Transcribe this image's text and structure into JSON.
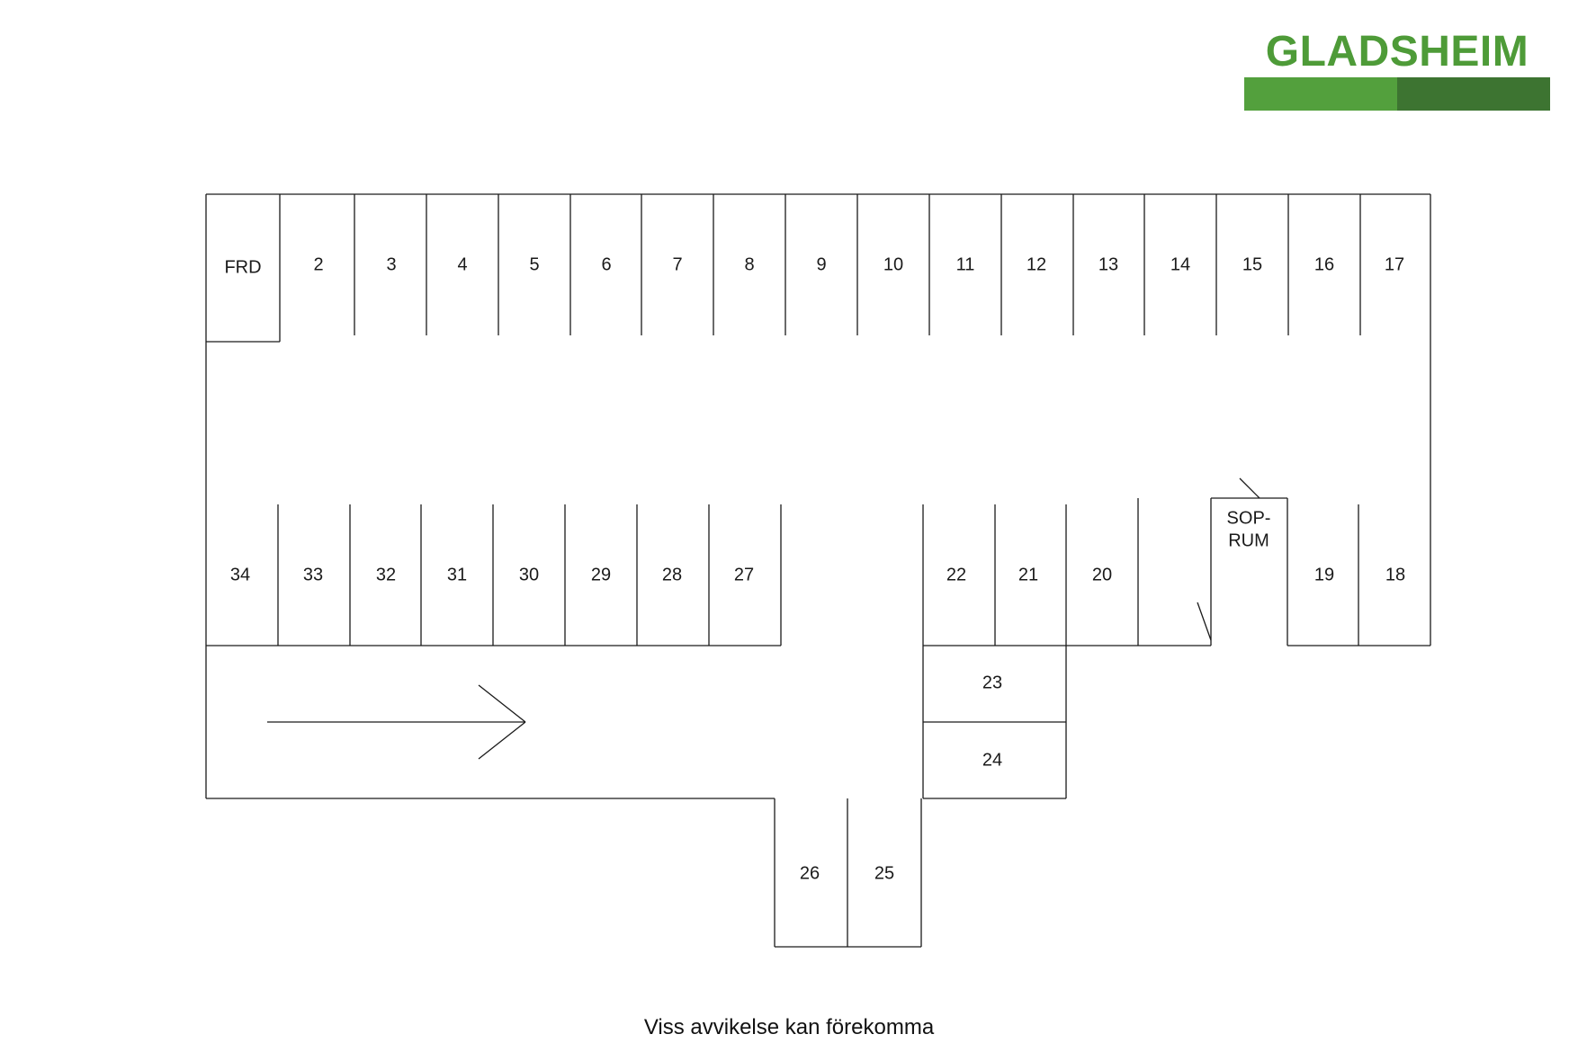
{
  "logo": {
    "text": "GLADSHEIM",
    "text_color": "#4e9b38",
    "bar_light": "#53a03d",
    "bar_dark": "#3d7431"
  },
  "spots": {
    "frd": "FRD",
    "s2": "2",
    "s3": "3",
    "s4": "4",
    "s5": "5",
    "s6": "6",
    "s7": "7",
    "s8": "8",
    "s9": "9",
    "s10": "10",
    "s11": "11",
    "s12": "12",
    "s13": "13",
    "s14": "14",
    "s15": "15",
    "s16": "16",
    "s17": "17",
    "s18": "18",
    "s19": "19",
    "s20": "20",
    "s21": "21",
    "s22": "22",
    "s23": "23",
    "s24": "24",
    "s25": "25",
    "s26": "26",
    "s27": "27",
    "s28": "28",
    "s29": "29",
    "s30": "30",
    "s31": "31",
    "s32": "32",
    "s33": "33",
    "s34": "34"
  },
  "room": {
    "line1": "SOP-",
    "line2": "RUM"
  },
  "disclaimer": "Viss avvikelse kan förekomma"
}
